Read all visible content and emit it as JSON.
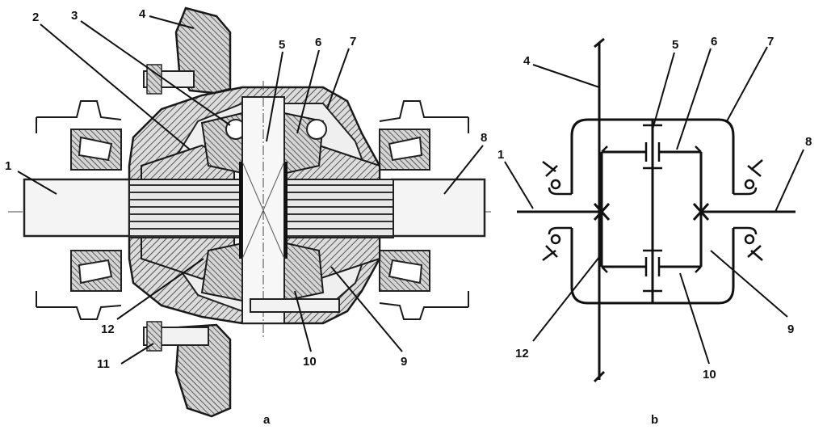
{
  "figure": {
    "left_caption": "a",
    "right_caption": "b",
    "left_labels": [
      "1",
      "2",
      "3",
      "4",
      "5",
      "6",
      "7",
      "8",
      "9",
      "10",
      "11",
      "12"
    ],
    "right_labels": [
      "1",
      "4",
      "5",
      "6",
      "7",
      "8",
      "9",
      "10",
      "12"
    ]
  }
}
